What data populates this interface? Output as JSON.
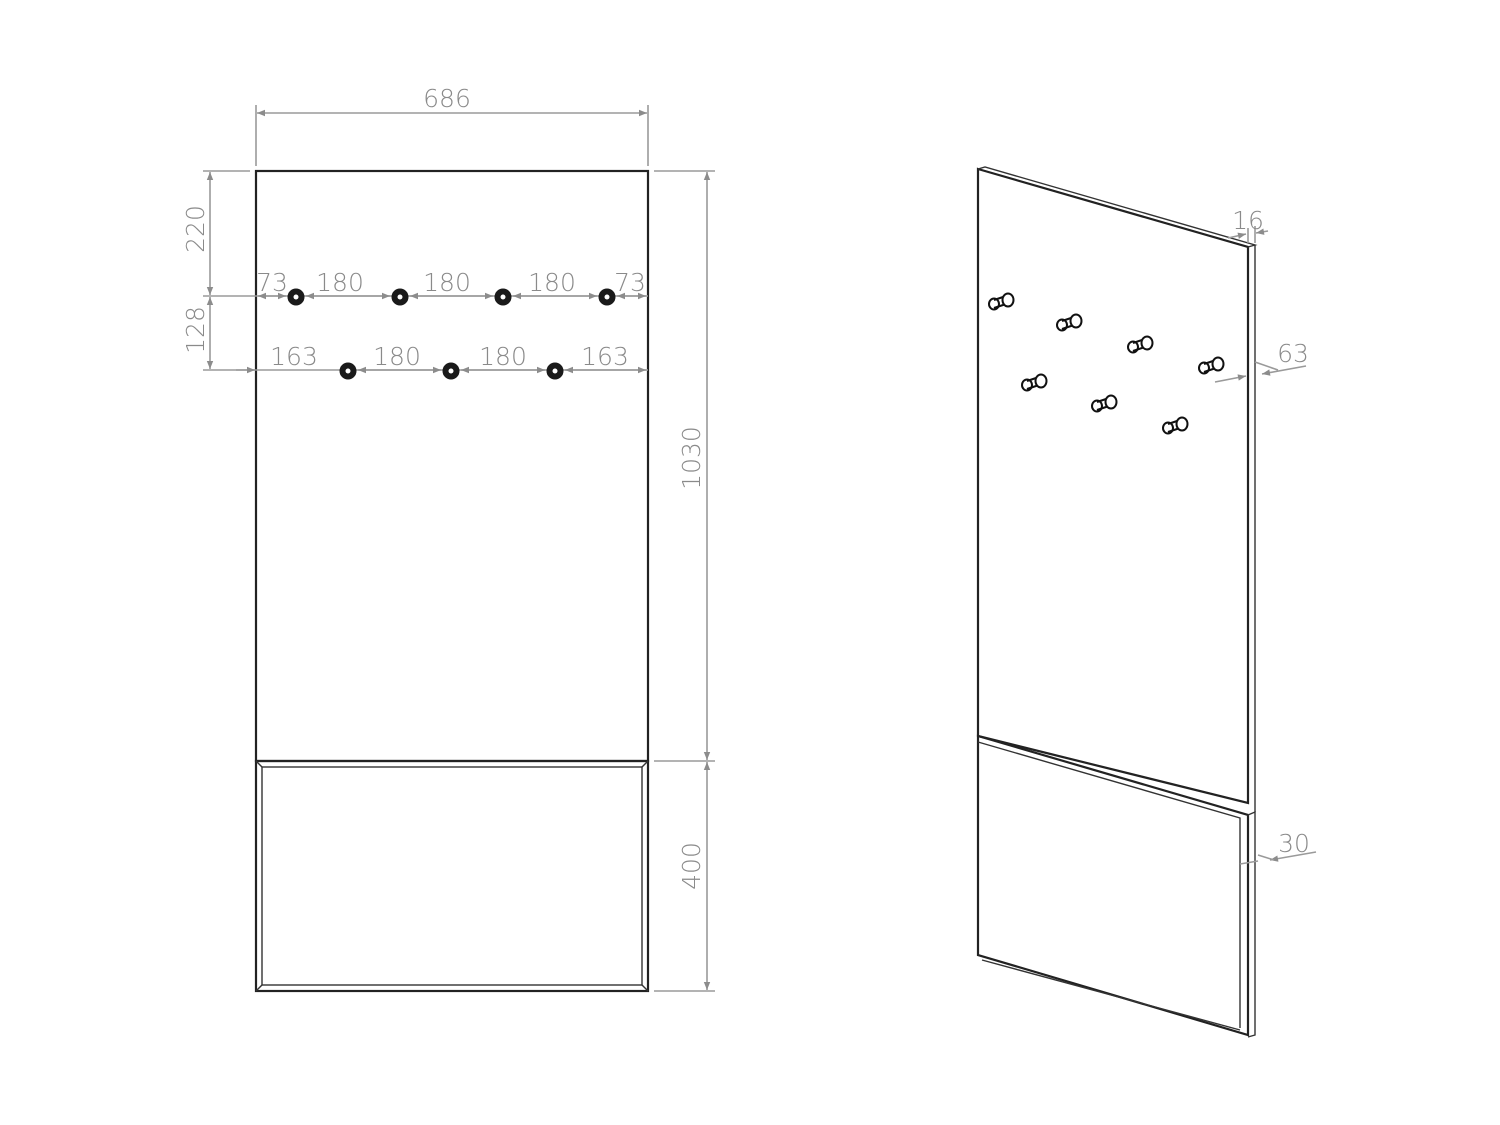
{
  "drawing": {
    "front_view": {
      "overall_width": "686",
      "panel_height": "1030",
      "bottom_panel_height": "400",
      "top_to_first_row": "220",
      "row_spacing": "128",
      "row1": {
        "edge_left": "73",
        "spacing": [
          "180",
          "180",
          "180"
        ],
        "edge_right": "73",
        "hook_count": 4
      },
      "row2": {
        "edge_left": "163",
        "spacing": [
          "180",
          "180"
        ],
        "edge_right": "163",
        "hook_count": 3
      }
    },
    "iso_view": {
      "panel_thickness": "16",
      "hook_projection": "63",
      "bottom_panel_thickness": "30",
      "hook_count": 7
    }
  },
  "colors": {
    "dimension": "#8a8a8a",
    "outline": "#222222",
    "background": "#ffffff"
  }
}
